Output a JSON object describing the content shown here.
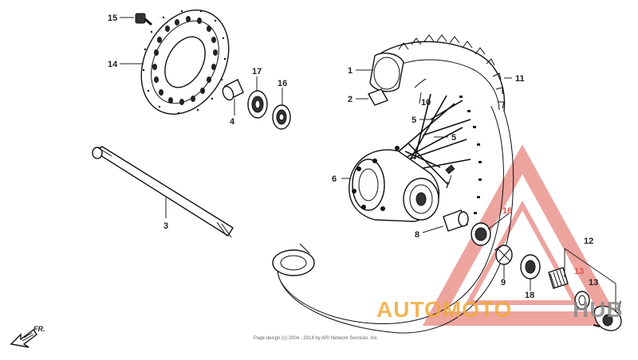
{
  "callouts": [
    {
      "label": "1"
    },
    {
      "label": "2"
    },
    {
      "label": "3"
    },
    {
      "label": "4"
    },
    {
      "label": "5"
    },
    {
      "label": "5"
    },
    {
      "label": "6"
    },
    {
      "label": "7"
    },
    {
      "label": "8"
    },
    {
      "label": "9"
    },
    {
      "label": "10"
    },
    {
      "label": "11"
    },
    {
      "label": "12"
    },
    {
      "label": "13"
    },
    {
      "label": "13"
    },
    {
      "label": "14"
    },
    {
      "label": "15"
    },
    {
      "label": "16"
    },
    {
      "label": "16"
    },
    {
      "label": "17"
    },
    {
      "label": "18"
    }
  ],
  "watermark": {
    "text_left": "AUTOMOTO",
    "text_right": "HUB",
    "color_orange": "#f2a93b",
    "color_red": "#e05a4f",
    "color_gray": "#8a8a8a"
  },
  "direction_arrow": {
    "label": "FR."
  },
  "copyright": "Page design (c) 2004 - 2014 by ARI Network Services, Inc."
}
